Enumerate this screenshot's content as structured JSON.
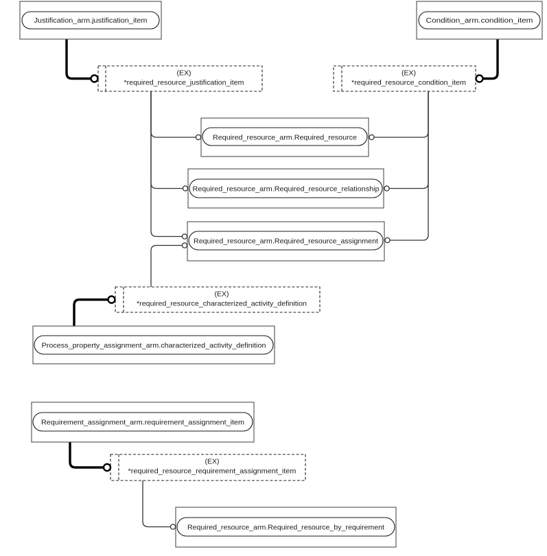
{
  "diagram": {
    "background_color": "#ffffff",
    "line_color": "#333333",
    "attribute_line_color": "#000000",
    "box_border_color": "#4d4d4d"
  },
  "entities": {
    "justification_item": {
      "label": "Justification_arm.justification_item"
    },
    "condition_item": {
      "label": "Condition_arm.condition_item"
    },
    "required_resource": {
      "label": "Required_resource_arm.Required_resource"
    },
    "required_resource_relationship": {
      "label": "Required_resource_arm.Required_resource_relationship"
    },
    "required_resource_assignment": {
      "label": "Required_resource_arm.Required_resource_assignment"
    },
    "characterized_activity_definition": {
      "label": "Process_property_assignment_arm.characterized_activity_definition"
    },
    "requirement_assignment_item": {
      "label": "Requirement_assignment_arm.requirement_assignment_item"
    },
    "required_resource_by_requirement": {
      "label": "Required_resource_arm.Required_resource_by_requirement"
    }
  },
  "select_types": {
    "justification": {
      "tag": "(EX)",
      "label": "*required_resource_justification_item"
    },
    "condition": {
      "tag": "(EX)",
      "label": "*required_resource_condition_item"
    },
    "characterized": {
      "tag": "(EX)",
      "label": "*required_resource_characterized_activity_definition"
    },
    "requirement": {
      "tag": "(EX)",
      "label": "*required_resource_requirement_assignment_item"
    }
  }
}
